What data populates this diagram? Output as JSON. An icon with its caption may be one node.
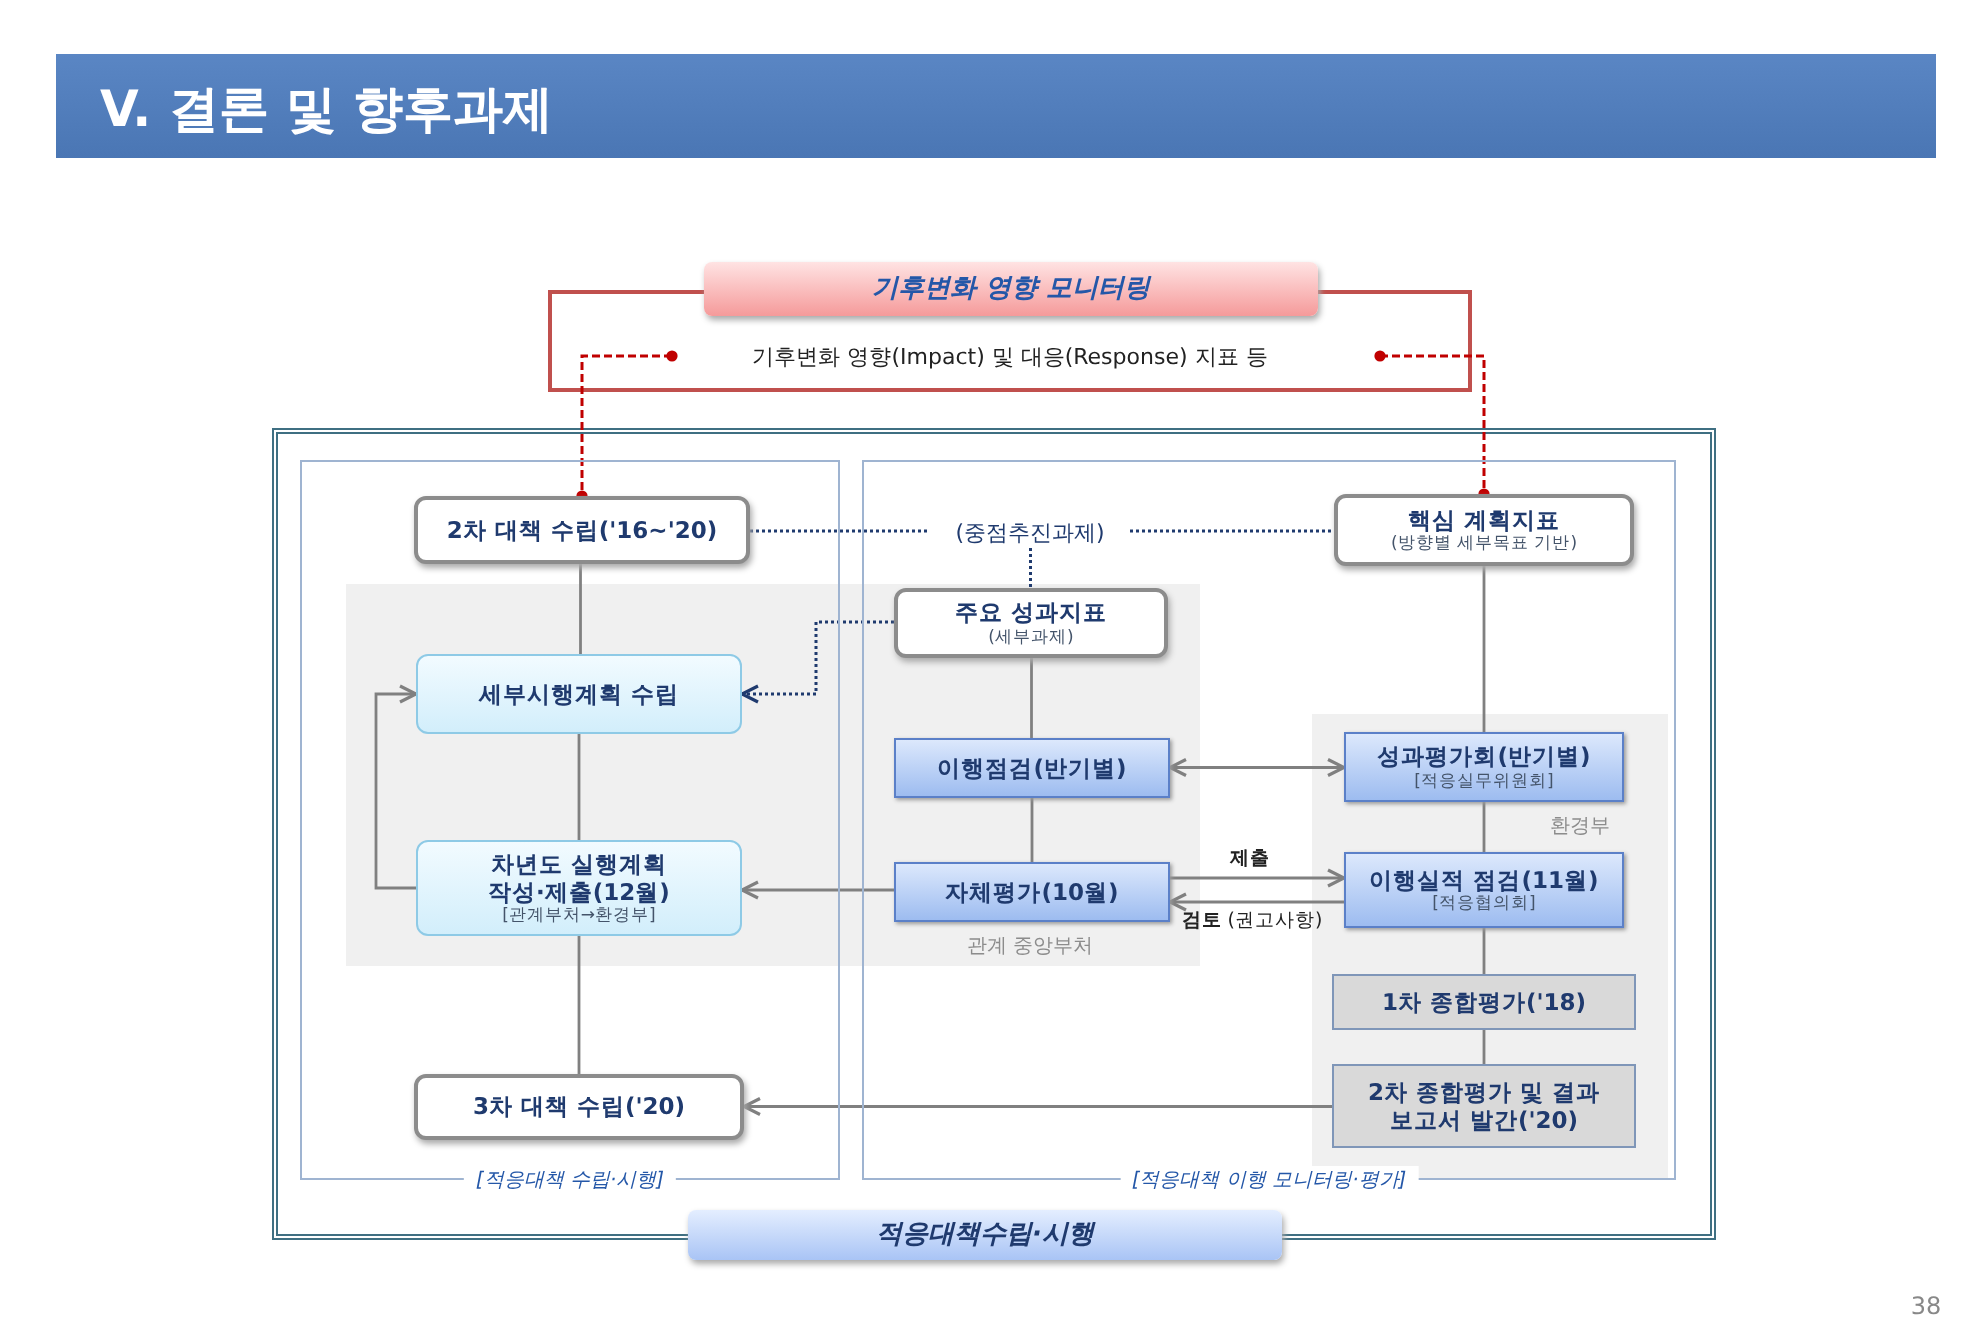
{
  "diagram": {
    "title": "V. 결론 및 향후과제",
    "nodes": [
      {
        "text": [
          "기후변화 영향 모니터링",
          "기후변화 영향(Impact) 및 대응(Response) 지표 등"
        ]
      },
      {
        "text": [
          "적응대책수립·시행"
        ]
      },
      {
        "text": [
          "[적응대책 수립·시행]"
        ],
        "in": 1
      },
      {
        "text": [
          "[적응대책 이행 모니터링·평가]"
        ],
        "in": 1
      },
      {
        "text": [
          "2차 대책 수립('16~'20)"
        ],
        "in": 2
      },
      {
        "text": [
          "세부시행계획 수립"
        ],
        "in": 2
      },
      {
        "text": [
          "차년도 실행계획 작성·제출(12월)",
          "[관계부처→환경부]"
        ],
        "in": 2
      },
      {
        "text": [
          "3차 대책 수립('20)"
        ],
        "in": 2
      },
      {
        "text": [
          "(중점추진과제)"
        ],
        "in": 3
      },
      {
        "text": [
          "핵심 계획지표",
          "(방향별 세부목표 기반)"
        ],
        "in": 3
      },
      {
        "text": [
          "주요 성과지표",
          "(세부과제)"
        ],
        "in": 3
      },
      {
        "text": [
          "이행점검(반기별)"
        ],
        "in": 3
      },
      {
        "text": [
          "자체평가(10월)"
        ],
        "in": 3
      },
      {
        "text": [
          "성과평가회(반기별)",
          "[적응실무위원회]"
        ],
        "in": 3
      },
      {
        "text": [
          "이행실적 점검(11월)",
          "[적응협의회]"
        ],
        "in": 3
      },
      {
        "text": [
          "1차 종합평가('18)"
        ],
        "in": 3
      },
      {
        "text": [
          "2차 종합평가 및 결과 보고서 발간('20)"
        ],
        "in": 3
      }
    ],
    "edges": [
      {
        "from": 0,
        "to": 4,
        "arrow": "other",
        "style": "dashed",
        "color": "#c00000"
      },
      {
        "from": 0,
        "to": 9,
        "arrow": "other",
        "style": "dashed",
        "color": "#c00000"
      },
      {
        "from": 4,
        "to": 8,
        "arrow": "none",
        "style": "dashed",
        "color": "#1f3a6e"
      },
      {
        "from": 8,
        "to": 9,
        "arrow": "none",
        "style": "dashed",
        "color": "#1f3a6e"
      },
      {
        "from": 8,
        "to": 10,
        "arrow": "none",
        "style": "dashed",
        "color": "#1f3a6e"
      },
      {
        "from": 10,
        "to": 5,
        "arrow": "to",
        "style": "dashed",
        "color": "#1f3a6e"
      },
      {
        "from": 4,
        "to": 5,
        "arrow": "none"
      },
      {
        "from": 5,
        "to": 6,
        "arrow": "none"
      },
      {
        "from": 6,
        "to": 7,
        "arrow": "none"
      },
      {
        "from": 6,
        "to": 5,
        "arrow": "to"
      },
      {
        "from": 10,
        "to": 11,
        "arrow": "none"
      },
      {
        "from": 11,
        "to": 12,
        "arrow": "none"
      },
      {
        "from": 12,
        "to": 6,
        "arrow": "to"
      },
      {
        "from": 11,
        "to": 13,
        "arrow": "both"
      },
      {
        "from": 12,
        "to": 14,
        "label": "제출",
        "arrow": "to"
      },
      {
        "from": 14,
        "to": 12,
        "label": "**검토** (권고사항)",
        "arrow": "to"
      },
      {
        "from": 9,
        "to": 13,
        "arrow": "none"
      },
      {
        "from": 13,
        "to": 14,
        "arrow": "none"
      },
      {
        "from": 14,
        "to": 15,
        "arrow": "none"
      },
      {
        "from": 15,
        "to": 16,
        "arrow": "none"
      },
      {
        "from": 16,
        "to": 7,
        "arrow": "to"
      }
    ],
    "labels": [
      "관계 중앙부처",
      "환경부",
      "38"
    ]
  }
}
